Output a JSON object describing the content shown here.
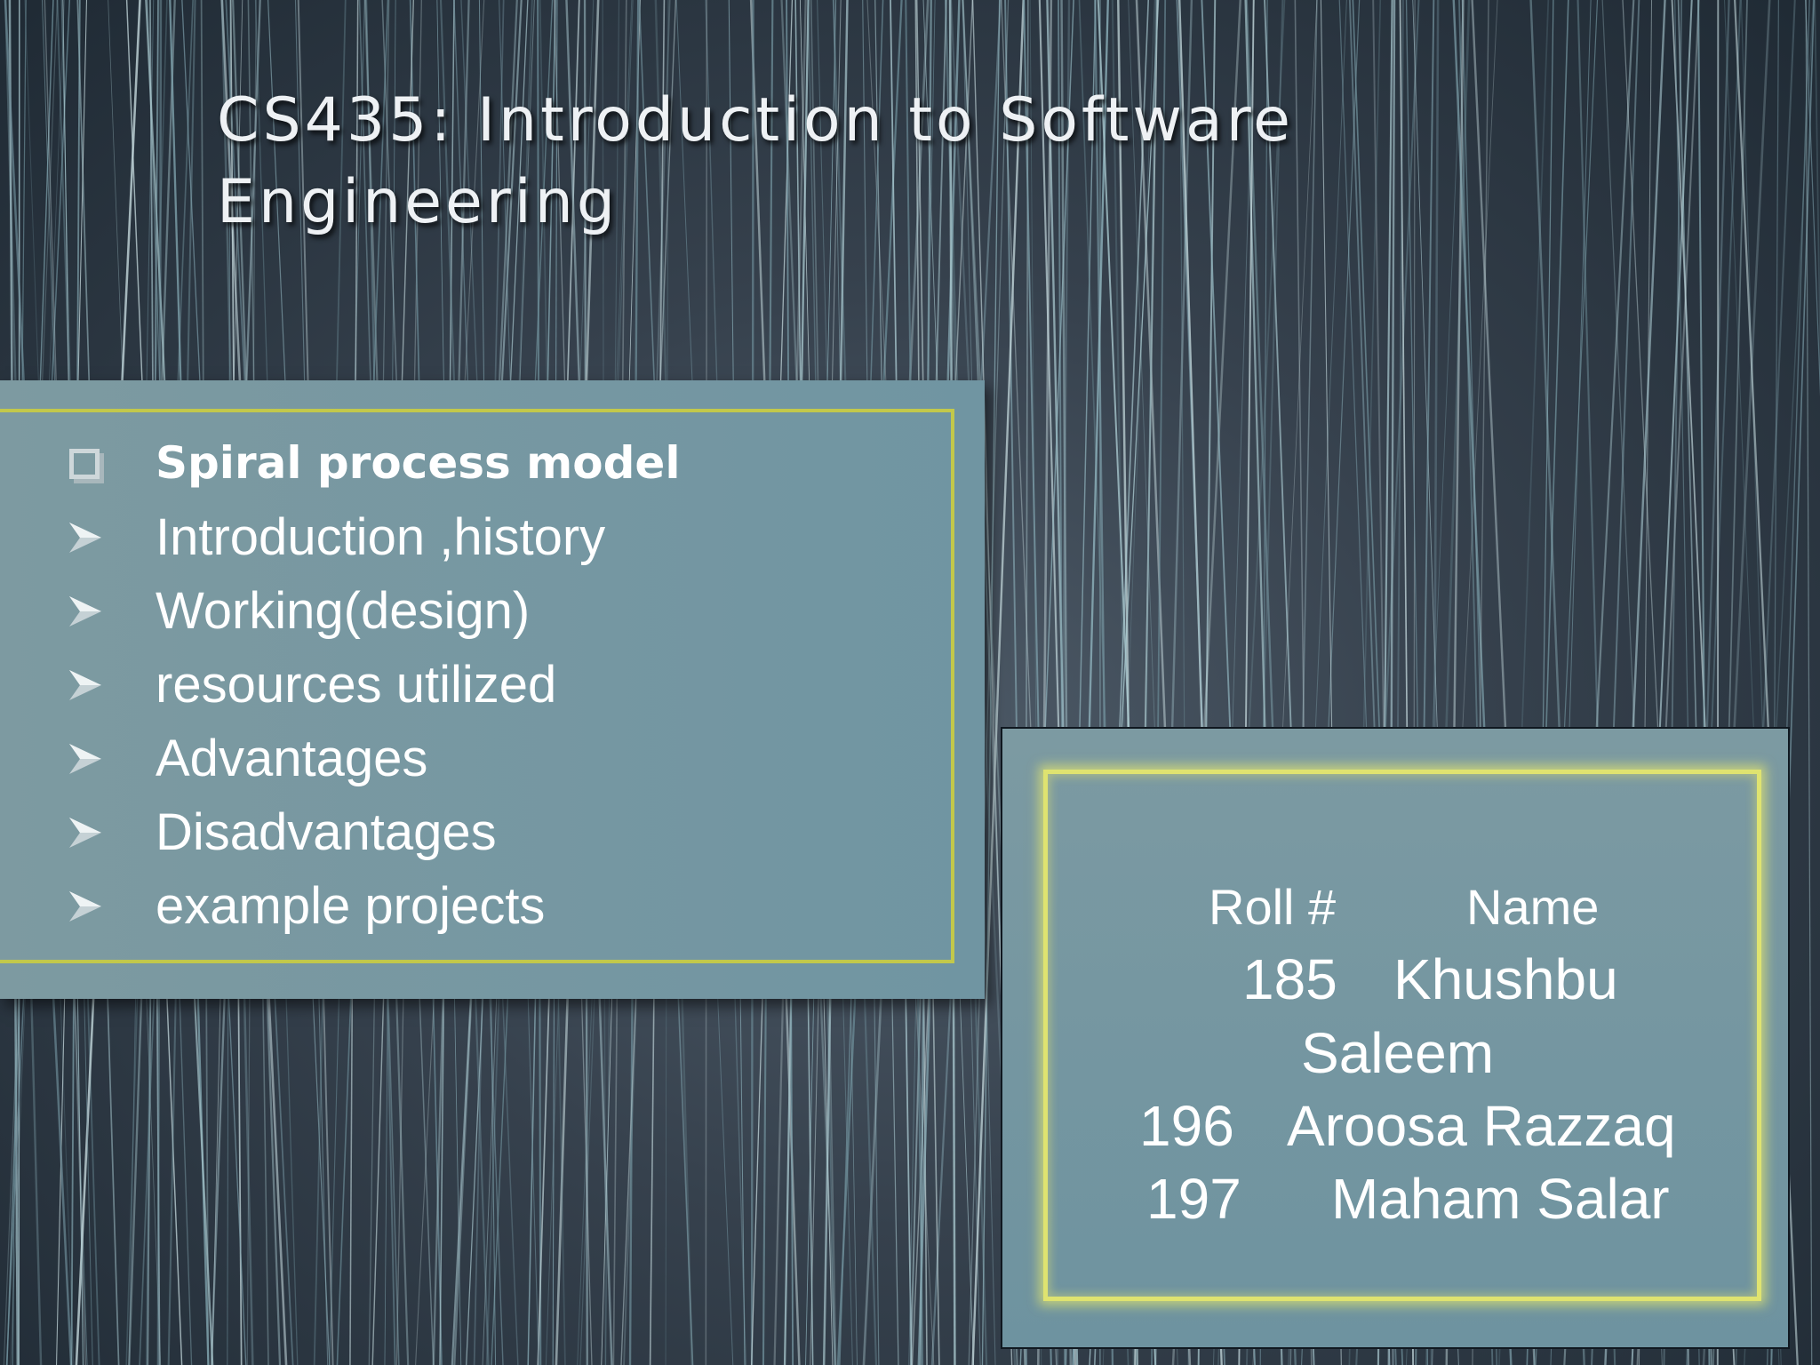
{
  "slide": {
    "title": "CS435: Introduction to Software Engineering"
  },
  "topics": {
    "heading": "Spiral  process model",
    "heading_icon": "square-bullet-icon",
    "item_icon": "arrow-bullet-icon",
    "items": [
      "Introduction ,history",
      "Working(design)",
      "resources utilized",
      "Advantages",
      "Disadvantages",
      "example projects"
    ]
  },
  "members": {
    "header_roll": "Roll #",
    "header_name": "Name",
    "rows": [
      {
        "roll": "185",
        "name_line1": "Khushbu",
        "name_line2": "Saleem"
      },
      {
        "roll": "196",
        "name_line1": "Aroosa Razzaq"
      },
      {
        "roll": "197",
        "name_line1": "Maham Salar"
      }
    ]
  },
  "colors": {
    "background": "#36414d",
    "panel": "#7598a1",
    "frame_accent": "#c2c84b",
    "glow_accent": "#dfe370",
    "text": "#ffffff"
  }
}
